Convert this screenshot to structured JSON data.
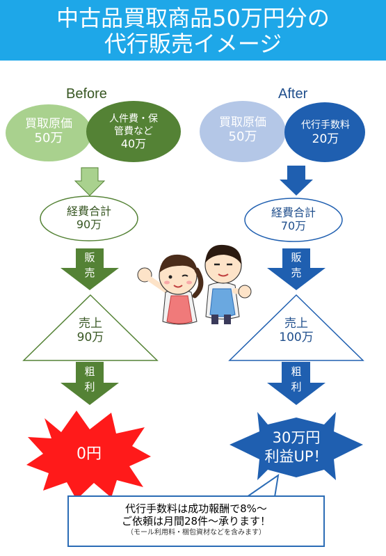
{
  "header": {
    "title_line1": "中古品買取商品50万円分の",
    "title_line2": "代行販売イメージ"
  },
  "before": {
    "label": "Before",
    "circle1": {
      "line1": "買取原価",
      "line2": "50万"
    },
    "circle2": {
      "line1": "人件費・保",
      "line2": "管費など",
      "line3": "40万"
    },
    "expense": {
      "line1": "経費合計",
      "line2": "90万"
    },
    "arrow_sell": {
      "c1": "販",
      "c2": "売"
    },
    "sales": {
      "line1": "売上",
      "line2": "90万"
    },
    "arrow_profit": {
      "c1": "粗",
      "c2": "利"
    },
    "result": "0円"
  },
  "after": {
    "label": "After",
    "circle1": {
      "line1": "買取原価",
      "line2": "50万"
    },
    "circle2": {
      "line1": "代行手数料",
      "line2": "20万"
    },
    "expense": {
      "line1": "経費合計",
      "line2": "70万"
    },
    "arrow_sell": {
      "c1": "販",
      "c2": "売"
    },
    "sales": {
      "line1": "売上",
      "line2": "100万"
    },
    "arrow_profit": {
      "c1": "粗",
      "c2": "利"
    },
    "result": {
      "line1": "30万円",
      "line2": "利益UP！"
    }
  },
  "note": {
    "line1": "代行手数料は成功報酬で8%～",
    "line2": "ご依頼は月間28件～承ります！",
    "line3": "（モール利用料・梱包資材などを含みます）"
  },
  "colors": {
    "header_bg": "#1ea7e8",
    "before_light": "#a9d18e",
    "before_dark": "#548235",
    "after_light": "#b4c7e7",
    "after_dark": "#1f5fb0"
  }
}
